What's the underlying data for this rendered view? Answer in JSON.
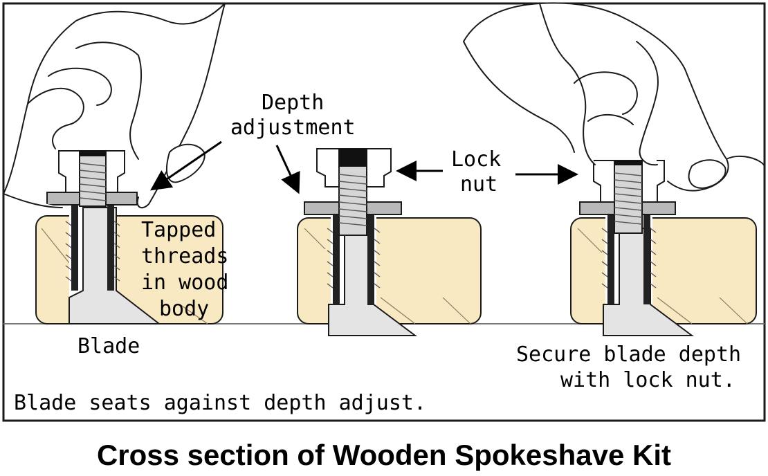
{
  "labels": {
    "depth_adjustment_line1": "Depth",
    "depth_adjustment_line2": "adjustment",
    "lock_nut_line1": "Lock",
    "lock_nut_line2": "nut",
    "tapped_line1": "Tapped",
    "tapped_line2": "threads",
    "tapped_line3": "in wood",
    "tapped_line4": "body",
    "blade": "Blade",
    "secure_line1": "Secure blade depth",
    "secure_line2": "with lock nut.",
    "blade_seats": "Blade seats against depth adjust."
  },
  "caption": "Cross section of Wooden Spokeshave Kit",
  "colors": {
    "wood": "#f8e9c2",
    "blade": "#e4e4e4",
    "washer": "#b9b9b9",
    "outline": "#1a1a1a"
  }
}
